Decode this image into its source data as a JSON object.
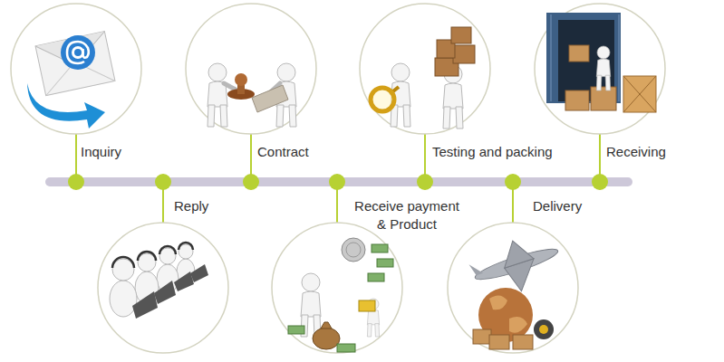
{
  "diagram": {
    "labels": [
      "Inquiry",
      "Reply",
      "Contract",
      "Receive payment & Product",
      "Testing and packing",
      "Delivery",
      "Receiving"
    ]
  }
}
